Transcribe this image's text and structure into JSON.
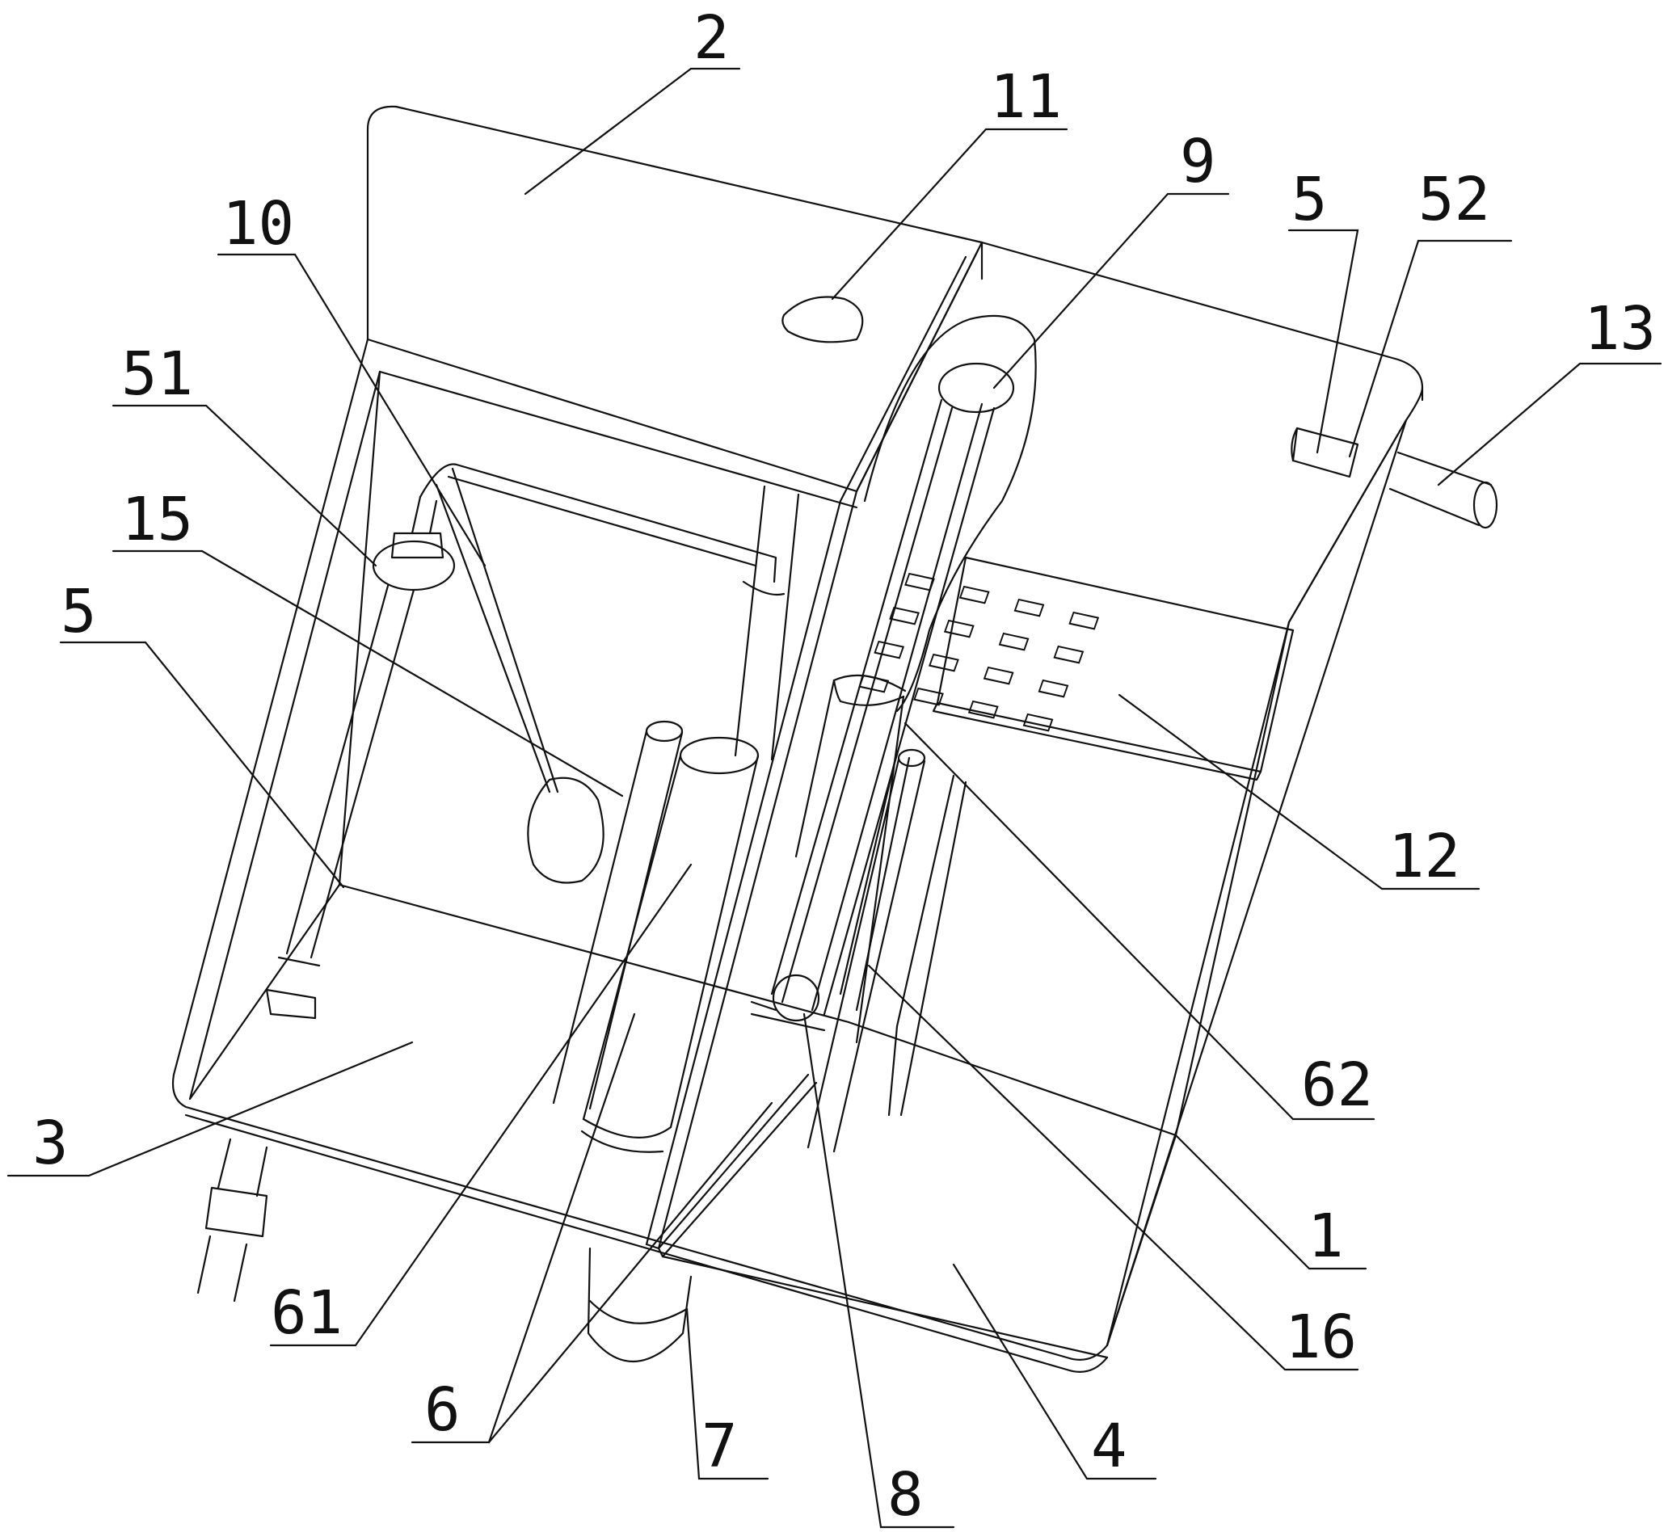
{
  "figure": {
    "type": "patent-line-drawing",
    "view": "isometric cutaway of partitioned tank",
    "line_color": "#111111",
    "background": "#ffffff"
  },
  "labels": {
    "l2": "2",
    "l11": "11",
    "l9": "9",
    "l10": "10",
    "l5a": "5",
    "l52": "52",
    "l13": "13",
    "l51": "51",
    "l15": "15",
    "l5b": "5",
    "l12": "12",
    "l62": "62",
    "l3": "3",
    "l1": "1",
    "l61": "61",
    "l16": "16",
    "l6": "6",
    "l7": "7",
    "l8": "8",
    "l4": "4"
  }
}
